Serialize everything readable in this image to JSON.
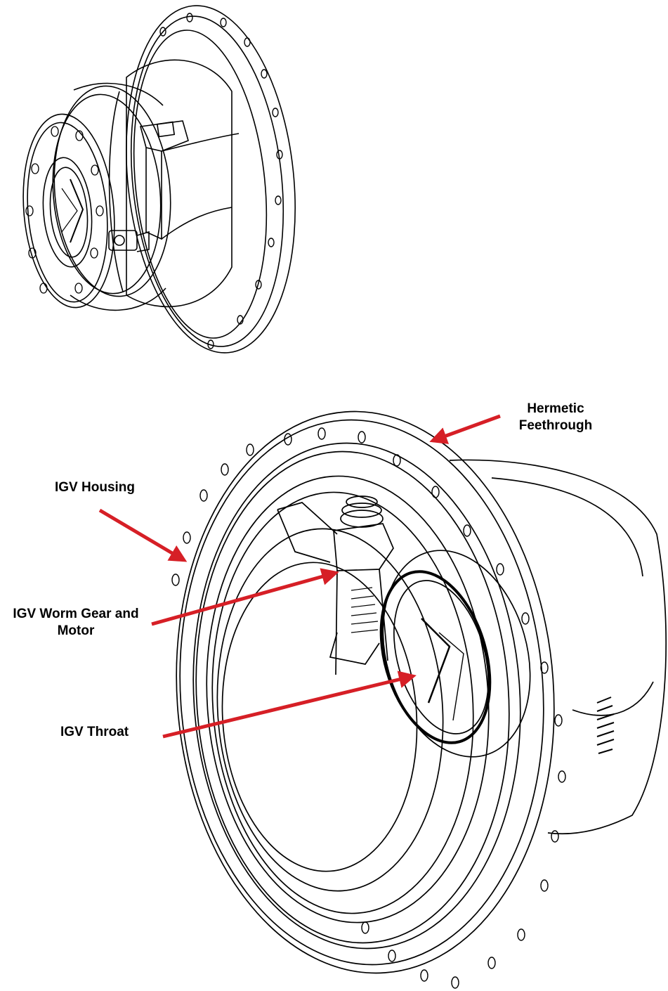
{
  "labels": {
    "hermetic_feedthrough_line1": "Hermetic",
    "hermetic_feedthrough_line2": "Feethrough",
    "igv_housing": "IGV Housing",
    "igv_worm_gear_line1": "IGV Worm Gear and",
    "igv_worm_gear_line2": "Motor",
    "igv_throat": "IGV Throat"
  },
  "colors": {
    "arrow": "#d61f26",
    "line": "#000000",
    "background": "#ffffff"
  }
}
